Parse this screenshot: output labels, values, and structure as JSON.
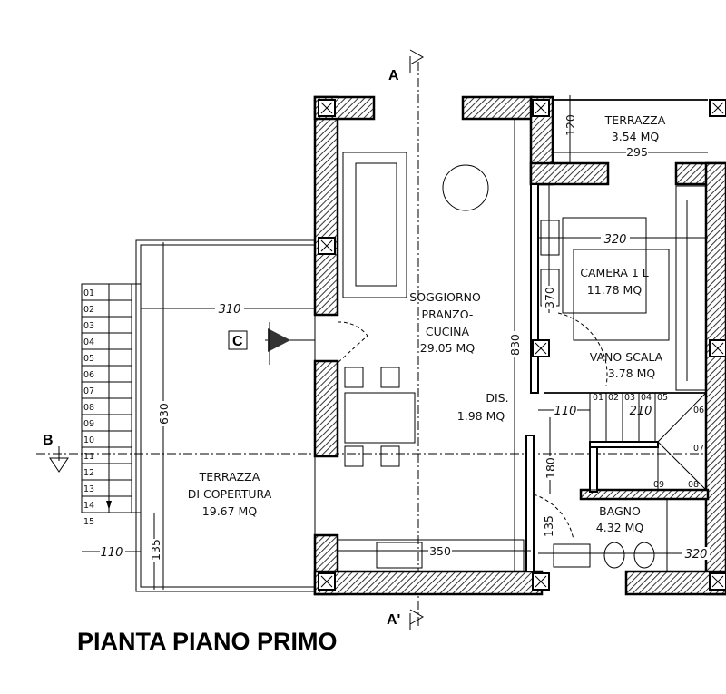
{
  "title": "PIANTA PIANO PRIMO",
  "section_markers": {
    "a_top": "A",
    "a_bottom": "A'",
    "b": "B",
    "c": "C"
  },
  "rooms": {
    "terrazza": {
      "name": "TERRAZZA",
      "area": "3.54 MQ"
    },
    "camera": {
      "name": "CAMERA 1 L",
      "area": "11.78 MQ"
    },
    "soggiorno": {
      "name1": "SOGGIORNO-",
      "name2": "PRANZO-",
      "name3": "CUCINA",
      "area": "29.05 MQ"
    },
    "vano_scala": {
      "name": "VANO SCALA",
      "area": "3.78 MQ"
    },
    "dis": {
      "name": "DIS.",
      "area": "1.98 MQ"
    },
    "bagno": {
      "name": "BAGNO",
      "area": "4.32 MQ"
    },
    "terrazza_copertura": {
      "name1": "TERRAZZA",
      "name2": "DI COPERTURA",
      "area": "19.67 MQ"
    }
  },
  "dimensions": {
    "terrazza_depth": "120",
    "terrazza_width": "295",
    "camera_width": "320",
    "camera_depth": "370",
    "living_depth": "830",
    "living_width": "350",
    "dis_width": "110",
    "stair_width": "210",
    "bagno_a": "180",
    "bagno_b": "135",
    "bagno_width": "320",
    "copertura_width": "310",
    "copertura_depth": "630",
    "ext_stair_width": "110",
    "ext_stair_landing": "135"
  },
  "interior_stair_steps": [
    "01",
    "02",
    "03",
    "04",
    "05",
    "06",
    "07",
    "08",
    "09"
  ],
  "exterior_stair_steps": [
    "01",
    "02",
    "03",
    "04",
    "05",
    "06",
    "07",
    "08",
    "09",
    "10",
    "11",
    "12",
    "13",
    "14",
    "15"
  ]
}
